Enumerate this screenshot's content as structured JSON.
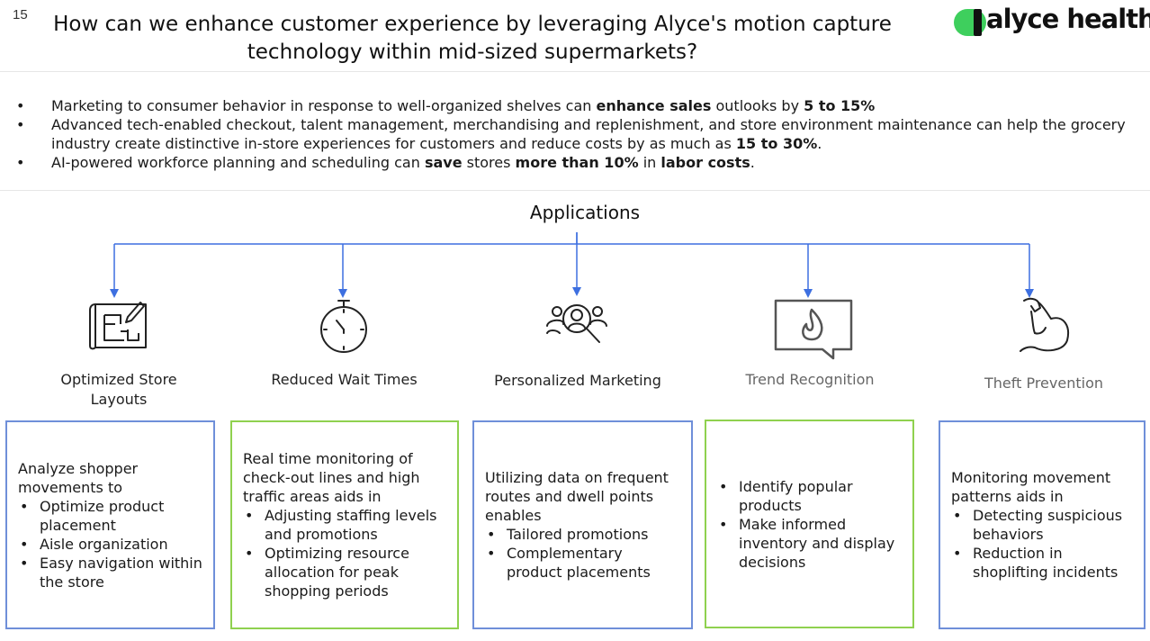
{
  "page_number": "15",
  "title": "How can we enhance customer experience by leveraging Alyce's motion capture technology within mid-sized supermarkets?",
  "logo": {
    "text": "alyce health"
  },
  "bullets": [
    {
      "text_1": "Marketing to consumer behavior in response to well-organized shelves can ",
      "bold_1": "enhance sales",
      "text_2": " outlooks by ",
      "bold_2": "5 to 15%"
    },
    {
      "text_1": "Advanced tech-enabled checkout, talent management, merchandising and replenishment, and store environment maintenance can help the grocery industry create distinctive in-store experiences for customers and reduce costs by as much as ",
      "bold_1": "15 to 30%",
      "text_2": "."
    },
    {
      "text_1": "AI-powered workforce planning and scheduling can ",
      "bold_1": "save",
      "text_2": " stores ",
      "bold_2": "more than 10%",
      "text_3": " in ",
      "bold_3": "labor costs",
      "text_4": "."
    }
  ],
  "applications_title": "Applications",
  "applications": [
    {
      "icon": "blueprint-icon",
      "label": "Optimized Store Layouts",
      "card_intro": "Analyze shopper movements to",
      "card_items": [
        "Optimize product placement",
        "Aisle organization",
        "Easy navigation within the store"
      ]
    },
    {
      "icon": "stopwatch-icon",
      "label": "Reduced Wait Times",
      "card_intro": "Real time monitoring of check-out lines and high traffic  areas aids  in",
      "card_items": [
        "Adjusting staffing levels and promotions",
        "Optimizing resource allocation for peak shopping periods"
      ]
    },
    {
      "icon": "audience-search-icon",
      "label": "Personalized Marketing",
      "card_intro": "Utilizing data on frequent routes and dwell points enables",
      "card_items": [
        "Tailored promotions",
        "Complementary product placements"
      ]
    },
    {
      "icon": "trending-fire-icon",
      "label": "Trend Recognition",
      "card_intro": "",
      "card_items": [
        "Identify popular products",
        "Make informed inventory and display decisions"
      ]
    },
    {
      "icon": "flexed-arm-icon",
      "label": "Theft Prevention",
      "card_intro": "Monitoring movement patterns aids in",
      "card_items": [
        "Detecting suspicious behaviors",
        "Reduction in shoplifting incidents"
      ]
    }
  ],
  "colors": {
    "connector": "#3d6fe0",
    "card_border_blue": "#6f8fd9",
    "card_border_green": "#8fd14f",
    "logo_green": "#3ecf5d"
  }
}
